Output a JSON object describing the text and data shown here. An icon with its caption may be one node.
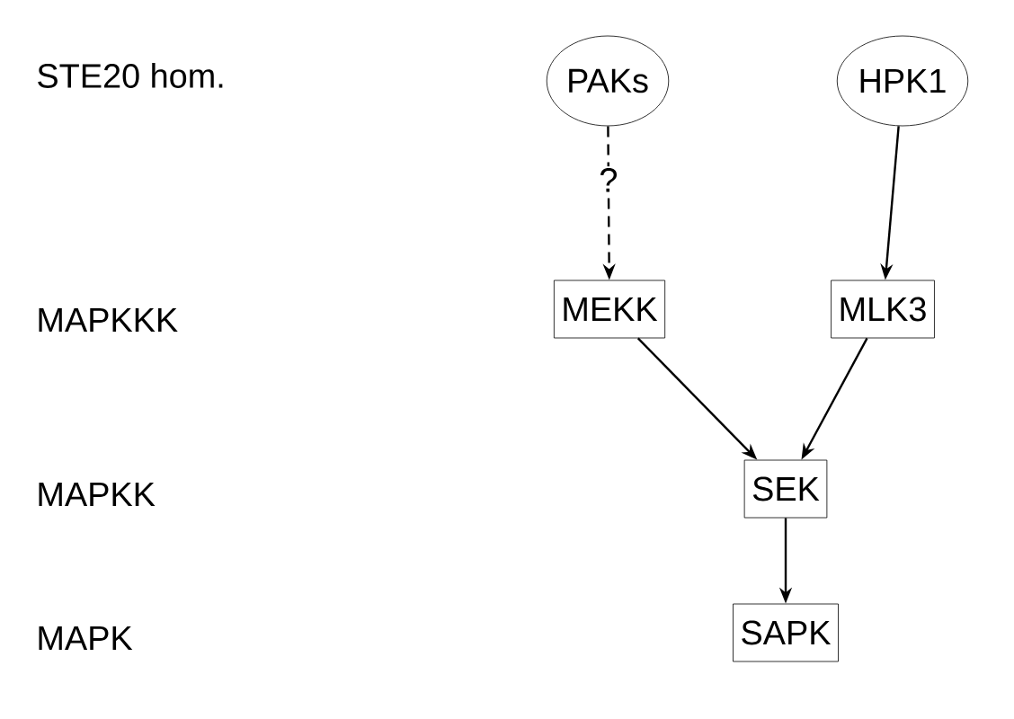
{
  "diagram": {
    "nodes": [
      {
        "text": [
          "PAKs"
        ]
      },
      {
        "text": [
          "HPK1"
        ]
      },
      {
        "text": [
          "MEKK"
        ]
      },
      {
        "text": [
          "MLK3"
        ]
      },
      {
        "text": [
          "SEK"
        ]
      },
      {
        "text": [
          "SAPK"
        ]
      }
    ],
    "edges": [
      {
        "from": 0,
        "to": 2,
        "arrow": "to",
        "style": "dashed",
        "label": "?"
      },
      {
        "from": 1,
        "to": 3,
        "arrow": "to"
      },
      {
        "from": 2,
        "to": 4,
        "arrow": "to"
      },
      {
        "from": 3,
        "to": 4,
        "arrow": "to"
      },
      {
        "from": 4,
        "to": 5,
        "arrow": "to"
      }
    ],
    "labels": [
      "STE20 hom.",
      "MAPKKK",
      "MAPKK",
      "MAPK"
    ]
  }
}
